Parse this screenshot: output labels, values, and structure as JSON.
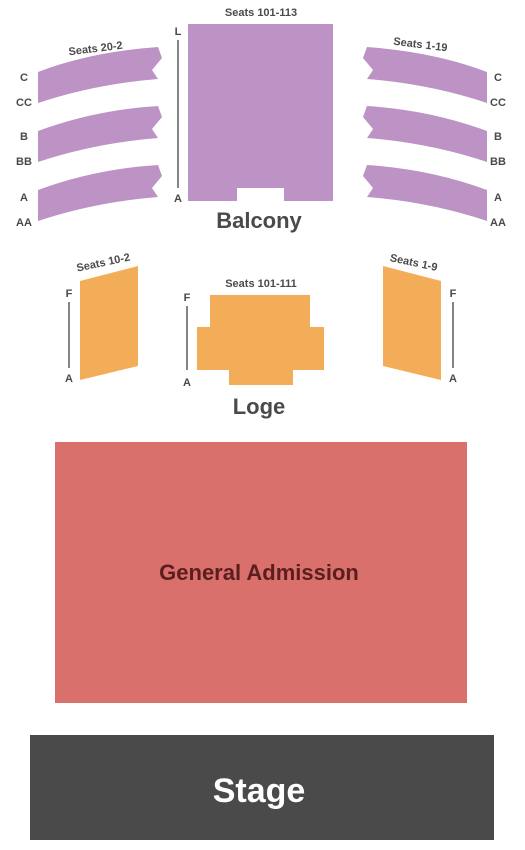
{
  "colors": {
    "balcony": "#bc93c4",
    "loge": "#f3ac57",
    "general_admission": "#d9706c",
    "stage": "#4a4a4a",
    "label_text": "#4a4a4a"
  },
  "balcony": {
    "name": "Balcony",
    "center_label": "Seats 101-113",
    "center_rows": {
      "top": "L",
      "bottom": "A"
    },
    "left_label": "Seats 20-2",
    "right_label": "Seats 1-19",
    "row_groups": [
      {
        "outer": "C",
        "inner": "CC"
      },
      {
        "outer": "B",
        "inner": "BB"
      },
      {
        "outer": "A",
        "inner": "AA"
      }
    ]
  },
  "loge": {
    "name": "Loge",
    "center_label": "Seats 101-111",
    "left_label": "Seats 10-2",
    "right_label": "Seats 1-9",
    "rows": {
      "top": "F",
      "bottom": "A"
    }
  },
  "general_admission": {
    "name": "General Admission"
  },
  "stage": {
    "name": "Stage"
  }
}
